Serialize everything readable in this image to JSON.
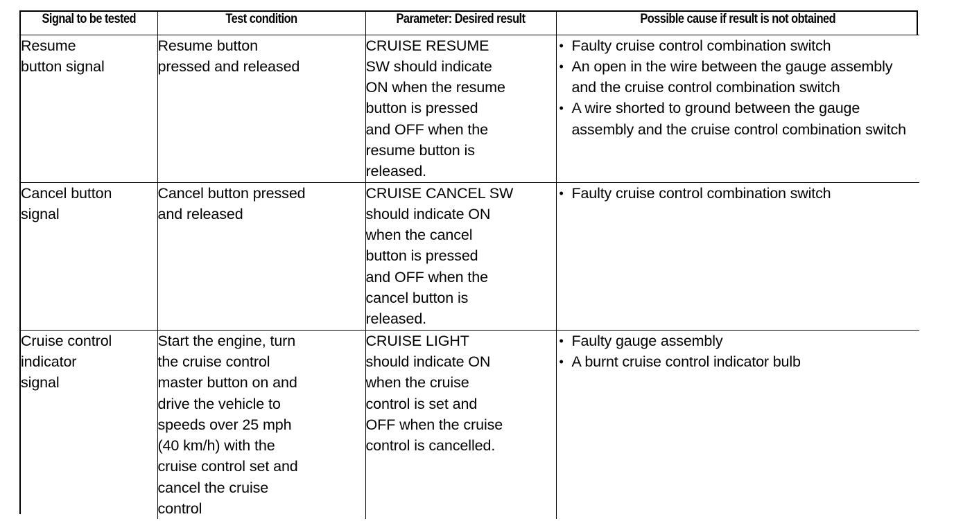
{
  "table": {
    "headers": [
      "Signal to be tested",
      "Test condition",
      "Parameter: Desired result",
      "Possible cause if result is not obtained"
    ],
    "rows": [
      {
        "signal": "Resume\nbutton signal",
        "condition": "Resume button\npressed and released",
        "parameter": "CRUISE RESUME\nSW should indicate\nON when the resume\nbutton is pressed\nand OFF when the\nresume button is\nreleased.",
        "causes": [
          "Faulty cruise control combination switch",
          "An open in the wire between the gauge assembly and the cruise control combination switch",
          "A wire shorted to ground between the gauge assembly and the cruise control combination switch"
        ]
      },
      {
        "signal": "Cancel button\nsignal",
        "condition": "Cancel button pressed\nand released",
        "parameter": "CRUISE CANCEL SW\nshould indicate ON\nwhen the cancel\nbutton is pressed\nand OFF when the\ncancel button is\nreleased.",
        "causes": [
          "Faulty cruise control combination switch"
        ]
      },
      {
        "signal": "Cruise control\nindicator\nsignal",
        "condition": "Start the engine, turn\nthe cruise control\nmaster button on and\ndrive the vehicle to\nspeeds over 25 mph\n(40 km/h) with the\ncruise control set and\ncancel the cruise\ncontrol",
        "parameter": "CRUISE LIGHT\nshould indicate ON\nwhen the cruise\ncontrol is set and\nOFF when the cruise\ncontrol is cancelled.",
        "causes": [
          "Faulty gauge assembly",
          "A burnt cruise control indicator bulb"
        ]
      }
    ],
    "bullet_glyph": "•"
  }
}
